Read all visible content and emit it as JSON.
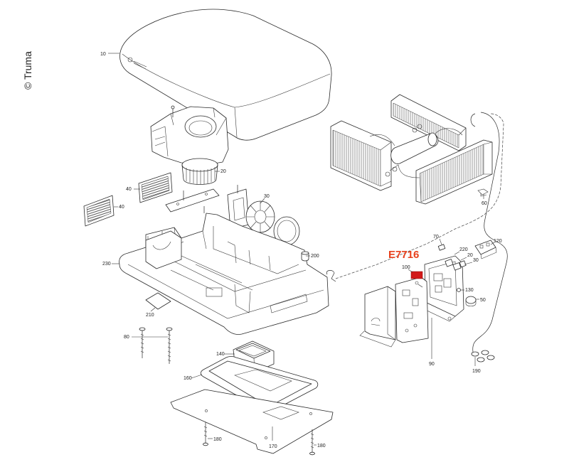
{
  "copyright": "© Truma",
  "highlight_code": "E7716",
  "highlight_color": "#e8401c",
  "callouts": [
    "10",
    "20",
    "40",
    "40",
    "30",
    "60",
    "70",
    "120",
    "220",
    "20",
    "30",
    "100",
    "200",
    "230",
    "130",
    "50",
    "210",
    "80",
    "140",
    "160",
    "90",
    "190",
    "180",
    "170",
    "180"
  ]
}
